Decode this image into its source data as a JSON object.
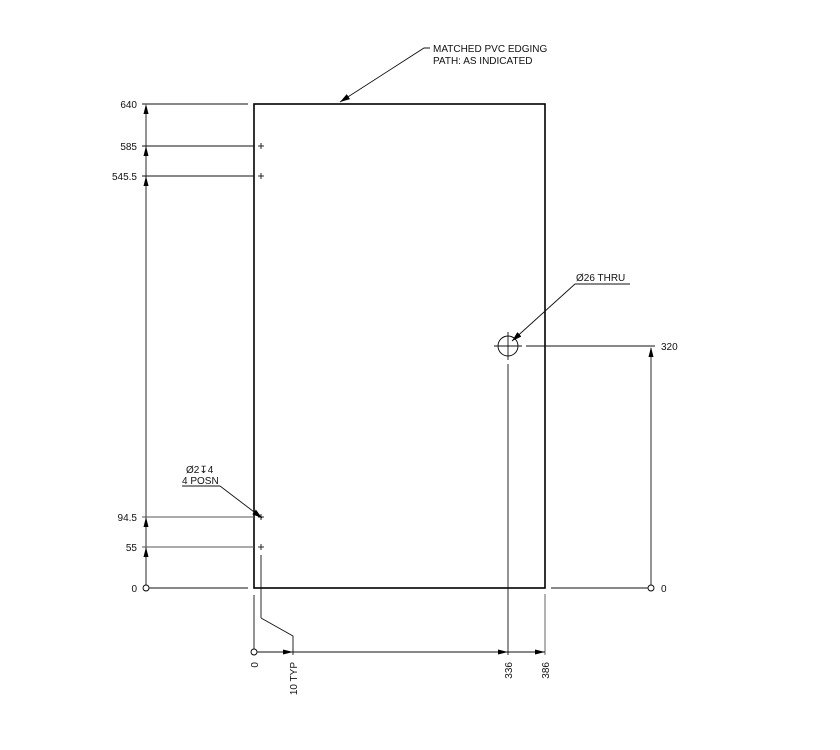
{
  "drawing": {
    "panel": {
      "width_mm": 386,
      "height_mm": 640
    },
    "callouts": {
      "edging_line1": "MATCHED PVC EDGING",
      "edging_line2": "PATH: AS INDICATED",
      "hole_large": "Ø26 THRU",
      "hole_small_line1": "Ø2↧4",
      "hole_small_line2": "4 POSN"
    },
    "vertical_dims": [
      {
        "label": "640"
      },
      {
        "label": "585"
      },
      {
        "label": "545.5"
      },
      {
        "label": "94.5"
      },
      {
        "label": "55"
      },
      {
        "label": "0"
      }
    ],
    "right_dims": [
      {
        "label": "320"
      },
      {
        "label": "0"
      }
    ],
    "horizontal_dims": [
      {
        "label": "0"
      },
      {
        "label": "10 TYP"
      },
      {
        "label": "336"
      },
      {
        "label": "386"
      }
    ]
  }
}
